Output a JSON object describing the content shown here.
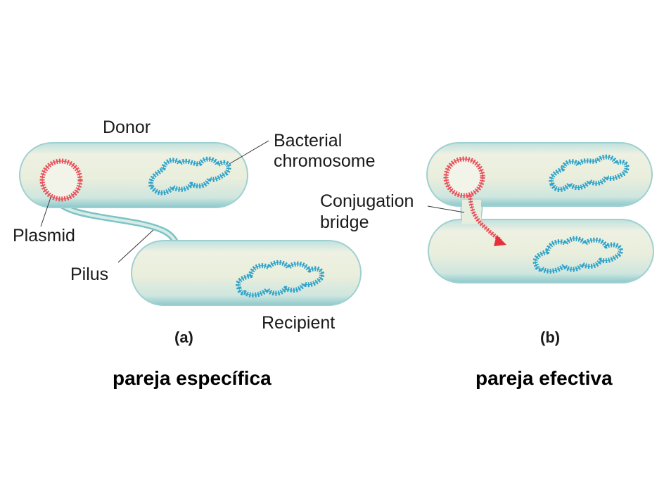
{
  "panel_a": {
    "donor_label": "Donor",
    "chromosome_label_line1": "Bacterial",
    "chromosome_label_line2": "chromosome",
    "plasmid_label": "Plasmid",
    "pilus_label": "Pilus",
    "recipient_label": "Recipient",
    "panel_label": "(a)",
    "caption": "pareja específica"
  },
  "panel_b": {
    "bridge_label_line1": "Conjugation",
    "bridge_label_line2": "bridge",
    "panel_label": "(b)",
    "caption": "pareja efectiva"
  },
  "colors": {
    "cell_fill": "#e4ead8",
    "cell_edge": "#8fc9cc",
    "chromosome": "#2fa3c9",
    "plasmid": "#e8505a",
    "text": "#1a1a1a"
  }
}
